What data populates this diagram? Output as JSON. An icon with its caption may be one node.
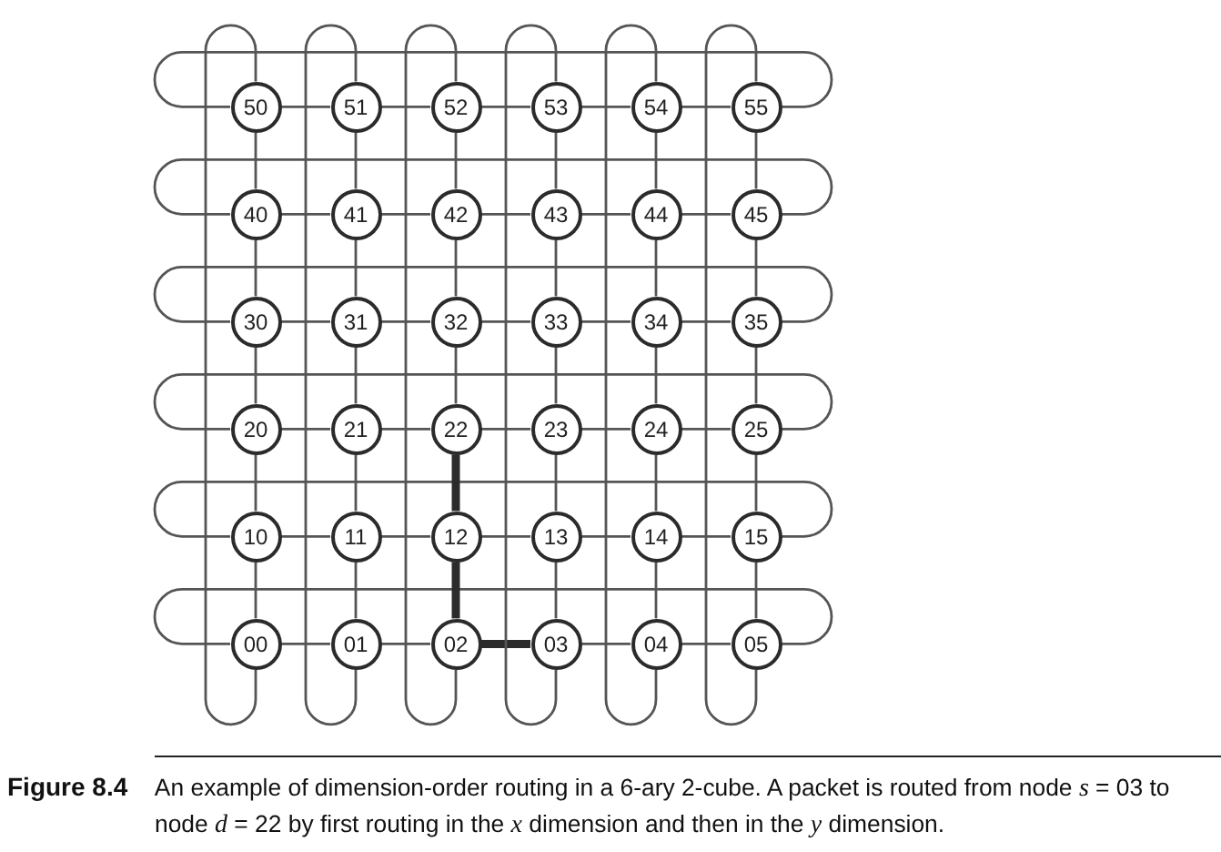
{
  "diagram": {
    "caption": "**Figure 8.4** An example of dimension-order routing in a 6-ary 2-cube. A packet is routed from node *s* = 03 to node *d* = 22 by first routing in the *x* dimension and then in the *y* dimension.",
    "nodes": [
      {
        "text": [
          "50"
        ]
      },
      {
        "text": [
          "51"
        ]
      },
      {
        "text": [
          "52"
        ]
      },
      {
        "text": [
          "53"
        ]
      },
      {
        "text": [
          "54"
        ]
      },
      {
        "text": [
          "55"
        ]
      },
      {
        "text": [
          "40"
        ]
      },
      {
        "text": [
          "41"
        ]
      },
      {
        "text": [
          "42"
        ]
      },
      {
        "text": [
          "43"
        ]
      },
      {
        "text": [
          "44"
        ]
      },
      {
        "text": [
          "45"
        ]
      },
      {
        "text": [
          "30"
        ]
      },
      {
        "text": [
          "31"
        ]
      },
      {
        "text": [
          "32"
        ]
      },
      {
        "text": [
          "33"
        ]
      },
      {
        "text": [
          "34"
        ]
      },
      {
        "text": [
          "35"
        ]
      },
      {
        "text": [
          "20"
        ]
      },
      {
        "text": [
          "21"
        ]
      },
      {
        "text": [
          "22"
        ]
      },
      {
        "text": [
          "23"
        ]
      },
      {
        "text": [
          "24"
        ]
      },
      {
        "text": [
          "25"
        ]
      },
      {
        "text": [
          "10"
        ]
      },
      {
        "text": [
          "11"
        ]
      },
      {
        "text": [
          "12"
        ]
      },
      {
        "text": [
          "13"
        ]
      },
      {
        "text": [
          "14"
        ]
      },
      {
        "text": [
          "15"
        ]
      },
      {
        "text": [
          "00"
        ]
      },
      {
        "text": [
          "01"
        ]
      },
      {
        "text": [
          "02"
        ]
      },
      {
        "text": [
          "03"
        ]
      },
      {
        "text": [
          "04"
        ]
      },
      {
        "text": [
          "05"
        ]
      }
    ],
    "edges": [
      {
        "from": 0,
        "to": 1,
        "arrow": "none"
      },
      {
        "from": 1,
        "to": 2,
        "arrow": "none"
      },
      {
        "from": 2,
        "to": 3,
        "arrow": "none"
      },
      {
        "from": 3,
        "to": 4,
        "arrow": "none"
      },
      {
        "from": 4,
        "to": 5,
        "arrow": "none"
      },
      {
        "from": 0,
        "to": 5,
        "arrow": "none"
      },
      {
        "from": 6,
        "to": 7,
        "arrow": "none"
      },
      {
        "from": 7,
        "to": 8,
        "arrow": "none"
      },
      {
        "from": 8,
        "to": 9,
        "arrow": "none"
      },
      {
        "from": 9,
        "to": 10,
        "arrow": "none"
      },
      {
        "from": 10,
        "to": 11,
        "arrow": "none"
      },
      {
        "from": 6,
        "to": 11,
        "arrow": "none"
      },
      {
        "from": 12,
        "to": 13,
        "arrow": "none"
      },
      {
        "from": 13,
        "to": 14,
        "arrow": "none"
      },
      {
        "from": 14,
        "to": 15,
        "arrow": "none"
      },
      {
        "from": 15,
        "to": 16,
        "arrow": "none"
      },
      {
        "from": 16,
        "to": 17,
        "arrow": "none"
      },
      {
        "from": 12,
        "to": 17,
        "arrow": "none"
      },
      {
        "from": 18,
        "to": 19,
        "arrow": "none"
      },
      {
        "from": 19,
        "to": 20,
        "arrow": "none"
      },
      {
        "from": 20,
        "to": 21,
        "arrow": "none"
      },
      {
        "from": 21,
        "to": 22,
        "arrow": "none"
      },
      {
        "from": 22,
        "to": 23,
        "arrow": "none"
      },
      {
        "from": 18,
        "to": 23,
        "arrow": "none"
      },
      {
        "from": 24,
        "to": 25,
        "arrow": "none"
      },
      {
        "from": 25,
        "to": 26,
        "arrow": "none"
      },
      {
        "from": 26,
        "to": 27,
        "arrow": "none"
      },
      {
        "from": 27,
        "to": 28,
        "arrow": "none"
      },
      {
        "from": 28,
        "to": 29,
        "arrow": "none"
      },
      {
        "from": 24,
        "to": 29,
        "arrow": "none"
      },
      {
        "from": 30,
        "to": 31,
        "arrow": "none"
      },
      {
        "from": 31,
        "to": 32,
        "arrow": "none"
      },
      {
        "from": 32,
        "to": 33,
        "arrow": "none",
        "style": "thick"
      },
      {
        "from": 33,
        "to": 34,
        "arrow": "none"
      },
      {
        "from": 34,
        "to": 35,
        "arrow": "none"
      },
      {
        "from": 30,
        "to": 35,
        "arrow": "none"
      },
      {
        "from": 0,
        "to": 6,
        "arrow": "none"
      },
      {
        "from": 6,
        "to": 12,
        "arrow": "none"
      },
      {
        "from": 12,
        "to": 18,
        "arrow": "none"
      },
      {
        "from": 18,
        "to": 24,
        "arrow": "none"
      },
      {
        "from": 24,
        "to": 30,
        "arrow": "none"
      },
      {
        "from": 30,
        "to": 0,
        "arrow": "none"
      },
      {
        "from": 1,
        "to": 7,
        "arrow": "none"
      },
      {
        "from": 7,
        "to": 13,
        "arrow": "none"
      },
      {
        "from": 13,
        "to": 19,
        "arrow": "none"
      },
      {
        "from": 19,
        "to": 25,
        "arrow": "none"
      },
      {
        "from": 25,
        "to": 31,
        "arrow": "none"
      },
      {
        "from": 31,
        "to": 1,
        "arrow": "none"
      },
      {
        "from": 2,
        "to": 8,
        "arrow": "none"
      },
      {
        "from": 8,
        "to": 14,
        "arrow": "none"
      },
      {
        "from": 14,
        "to": 20,
        "arrow": "none"
      },
      {
        "from": 20,
        "to": 26,
        "arrow": "none",
        "style": "thick"
      },
      {
        "from": 26,
        "to": 32,
        "arrow": "none",
        "style": "thick"
      },
      {
        "from": 32,
        "to": 2,
        "arrow": "none"
      },
      {
        "from": 3,
        "to": 9,
        "arrow": "none"
      },
      {
        "from": 9,
        "to": 15,
        "arrow": "none"
      },
      {
        "from": 15,
        "to": 21,
        "arrow": "none"
      },
      {
        "from": 21,
        "to": 27,
        "arrow": "none"
      },
      {
        "from": 27,
        "to": 33,
        "arrow": "none"
      },
      {
        "from": 33,
        "to": 3,
        "arrow": "none"
      },
      {
        "from": 4,
        "to": 10,
        "arrow": "none"
      },
      {
        "from": 10,
        "to": 16,
        "arrow": "none"
      },
      {
        "from": 16,
        "to": 22,
        "arrow": "none"
      },
      {
        "from": 22,
        "to": 28,
        "arrow": "none"
      },
      {
        "from": 28,
        "to": 34,
        "arrow": "none"
      },
      {
        "from": 34,
        "to": 4,
        "arrow": "none"
      },
      {
        "from": 5,
        "to": 11,
        "arrow": "none"
      },
      {
        "from": 11,
        "to": 17,
        "arrow": "none"
      },
      {
        "from": 17,
        "to": 23,
        "arrow": "none"
      },
      {
        "from": 23,
        "to": 29,
        "arrow": "none"
      },
      {
        "from": 29,
        "to": 35,
        "arrow": "none"
      },
      {
        "from": 35,
        "to": 5,
        "arrow": "none"
      }
    ]
  }
}
